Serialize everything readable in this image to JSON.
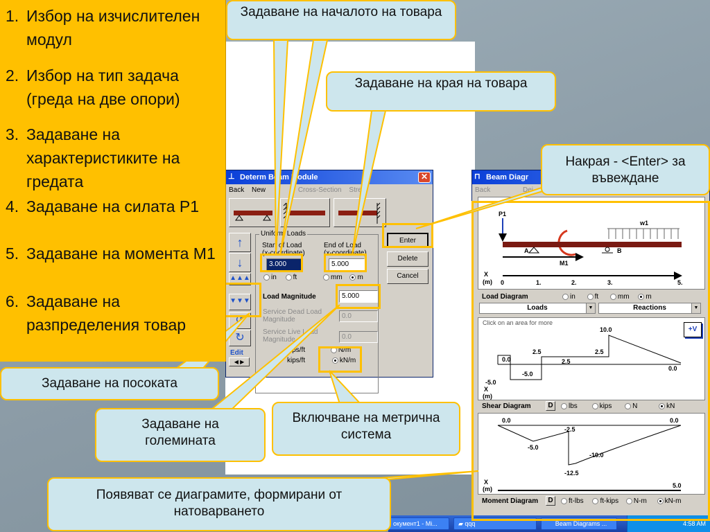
{
  "steps": [
    {
      "num": "1.",
      "text": "Избор на изчислителен модул"
    },
    {
      "num": "2.",
      "text": "Избор на тип задача (греда на две опори)"
    },
    {
      "num": "3.",
      "text": "Задаване на характеристиките на гредата"
    },
    {
      "num": "4.",
      "text": "Задаване на силата Р1"
    },
    {
      "num": "5.",
      "text": "Задаване на момента М1"
    },
    {
      "num": "6.",
      "text": "Задаване на разпределения товар"
    }
  ],
  "callouts": {
    "load_start": "Задаване на началото на товара",
    "load_end": "Задаване на края на товара",
    "enter": "Накрая - <Enter> за въвеждане",
    "direction": "Задаване на посоката",
    "magnitude": "Задаване на големината",
    "metric": "Включване на метрична система",
    "diagrams": "Появяват се диаграмите, формирани от натоварването"
  },
  "beam_module": {
    "title": "Determ    Beam Module",
    "menu": [
      "Back",
      "New",
      "",
      "Cross-Section",
      "Stre"
    ],
    "group_label": "Uniform Loads",
    "start_label": "Start of Load",
    "start_sub": "(x-coordinate)",
    "end_label": "End of Load",
    "end_sub": "(x-coordinate)",
    "start_value": "3.000",
    "end_value": "5.000",
    "units_left": [
      "in",
      "ft"
    ],
    "units_right": [
      "mm",
      "m"
    ],
    "magnitude_label": "Load Magnitude",
    "magnitude_value": "5.000",
    "dead_label": "Service Dead Load Magnitude",
    "dead_value": "0.0",
    "live_label": "Service Live Load Magnitude",
    "live_value": "0.0",
    "unit_rows": [
      [
        "kips/ft",
        "N/m"
      ],
      [
        "kips/ft",
        "kN/m"
      ]
    ],
    "buttons": {
      "enter": "Enter",
      "delete": "Delete",
      "cancel": "Cancel"
    },
    "edit_label": "Edit"
  },
  "beam_diagram": {
    "title": "Beam Diagr",
    "menu": [
      "Back",
      "",
      "Dei"
    ],
    "labels": {
      "p1": "P1",
      "w1": "w1",
      "a": "A",
      "b": "B",
      "m1": "M1",
      "x": "X",
      "m": "(m)"
    },
    "axis_ticks": [
      "0",
      "1.",
      "2.",
      "3.",
      "5."
    ],
    "load_row": {
      "label": "Load Diagram",
      "options": [
        "in",
        "ft",
        "mm",
        "m"
      ],
      "selected": "m",
      "loads_select": "Loads",
      "reactions_select": "Reactions"
    },
    "hint": "Click on an area for more",
    "tool_label": "+V",
    "shear_row": {
      "label": "Shear Diagram",
      "d": "D",
      "options": [
        "lbs",
        "kips",
        "N",
        "kN"
      ],
      "selected": "kN"
    },
    "moment_row": {
      "label": "Moment Diagram",
      "d": "D",
      "options": [
        "ft-lbs",
        "ft-kips",
        "N-m",
        "kN-m"
      ],
      "selected": "kN-m"
    },
    "shear_values": {
      "a": "0.0",
      "b": "2.5",
      "c": "2.5",
      "d": "2.5",
      "e": "10.0",
      "f": "-5.0",
      "g": "0.0",
      "h": "-5.0"
    },
    "moment_values": {
      "a": "0.0",
      "b": "-5.0",
      "c": "-2.5",
      "d": "-12.5",
      "e": "-10.0",
      "f": "0.0",
      "g": "5.0"
    }
  },
  "taskbar": {
    "items": [
      "окумент1 - Mi...",
      "qqq",
      "Beam Diagrams ..."
    ],
    "clock": "4:58 AM"
  }
}
